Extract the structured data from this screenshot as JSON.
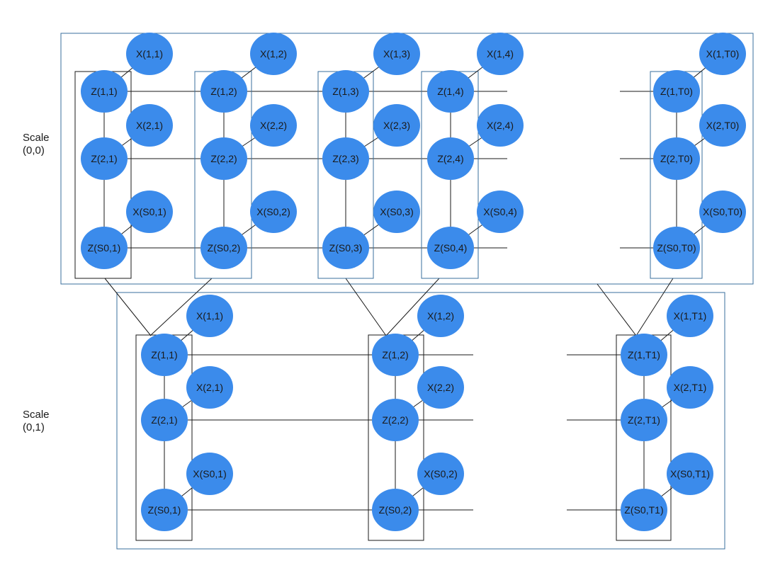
{
  "colors": {
    "node_fill": "#3b8beb",
    "panel_stroke": "#3a6f9e",
    "box_stroke": "#1a1a1a",
    "edge": "#1a1a1a"
  },
  "scales": [
    {
      "label_line1": "Scale",
      "label_line2": "(0,0)"
    },
    {
      "label_line1": "Scale",
      "label_line2": "(0,1)"
    }
  ],
  "nodes": {
    "s0": {
      "c1": {
        "z1": "Z(1,1)",
        "x1": "X(1,1)",
        "z2": "Z(2,1)",
        "x2": "X(2,1)",
        "zs": "Z(S0,1)",
        "xs": "X(S0,1)"
      },
      "c2": {
        "z1": "Z(1,2)",
        "x1": "X(1,2)",
        "z2": "Z(2,2)",
        "x2": "X(2,2)",
        "zs": "Z(S0,2)",
        "xs": "X(S0,2)"
      },
      "c3": {
        "z1": "Z(1,3)",
        "x1": "X(1,3)",
        "z2": "Z(2,3)",
        "x2": "X(2,3)",
        "zs": "Z(S0,3)",
        "xs": "X(S0,3)"
      },
      "c4": {
        "z1": "Z(1,4)",
        "x1": "X(1,4)",
        "z2": "Z(2,4)",
        "x2": "X(2,4)",
        "zs": "Z(S0,4)",
        "xs": "X(S0,4)"
      },
      "cT": {
        "z1": "Z(1,T0)",
        "x1": "X(1,T0)",
        "z2": "Z(2,T0)",
        "x2": "X(2,T0)",
        "zs": "Z(S0,T0)",
        "xs": "X(S0,T0)"
      }
    },
    "s1": {
      "c1": {
        "z1": "Z(1,1)",
        "x1": "X(1,1)",
        "z2": "Z(2,1)",
        "x2": "X(2,1)",
        "zs": "Z(S0,1)",
        "xs": "X(S0,1)"
      },
      "c2": {
        "z1": "Z(1,2)",
        "x1": "X(1,2)",
        "z2": "Z(2,2)",
        "x2": "X(2,2)",
        "zs": "Z(S0,2)",
        "xs": "X(S0,2)"
      },
      "cT": {
        "z1": "Z(1,T1)",
        "x1": "X(1,T1)",
        "z2": "Z(2,T1)",
        "x2": "X(2,T1)",
        "zs": "Z(S0,T1)",
        "xs": "X(S0,T1)"
      }
    }
  }
}
